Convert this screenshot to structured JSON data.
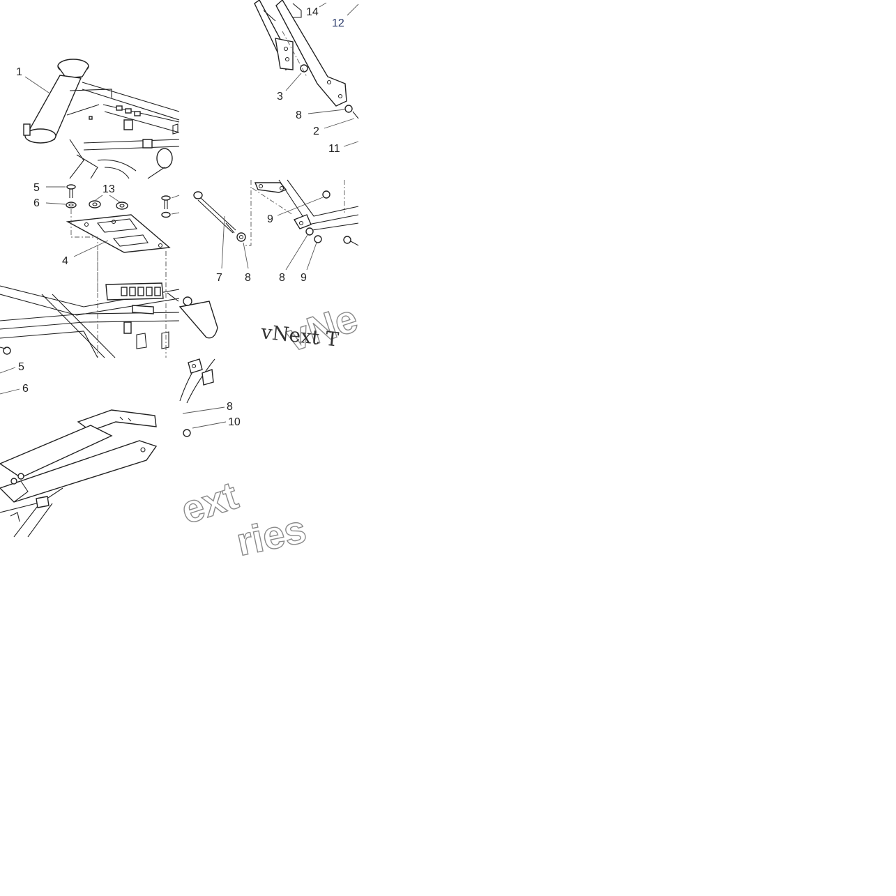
{
  "diagram": {
    "panels": [
      {
        "id": "head-tube",
        "callouts": [
          "1"
        ]
      },
      {
        "id": "rear-strut",
        "callouts": [
          "14",
          "12",
          "3",
          "8",
          "2",
          "11"
        ]
      },
      {
        "id": "battery-plate",
        "callouts": [
          "5",
          "6",
          "13",
          "4"
        ]
      },
      {
        "id": "long-bolt",
        "callouts": [
          "7",
          "8"
        ]
      },
      {
        "id": "side-bracket",
        "callouts": [
          "9",
          "8",
          "9"
        ]
      },
      {
        "id": "lower-frame",
        "callouts": [
          "5",
          "6"
        ]
      },
      {
        "id": "rear-fixing",
        "callouts": [
          "8",
          "10"
        ]
      }
    ],
    "watermarks": {
      "vne_large": "vNe",
      "vnext_small": "vNext T",
      "ext": "ext",
      "ries": "ries"
    }
  }
}
